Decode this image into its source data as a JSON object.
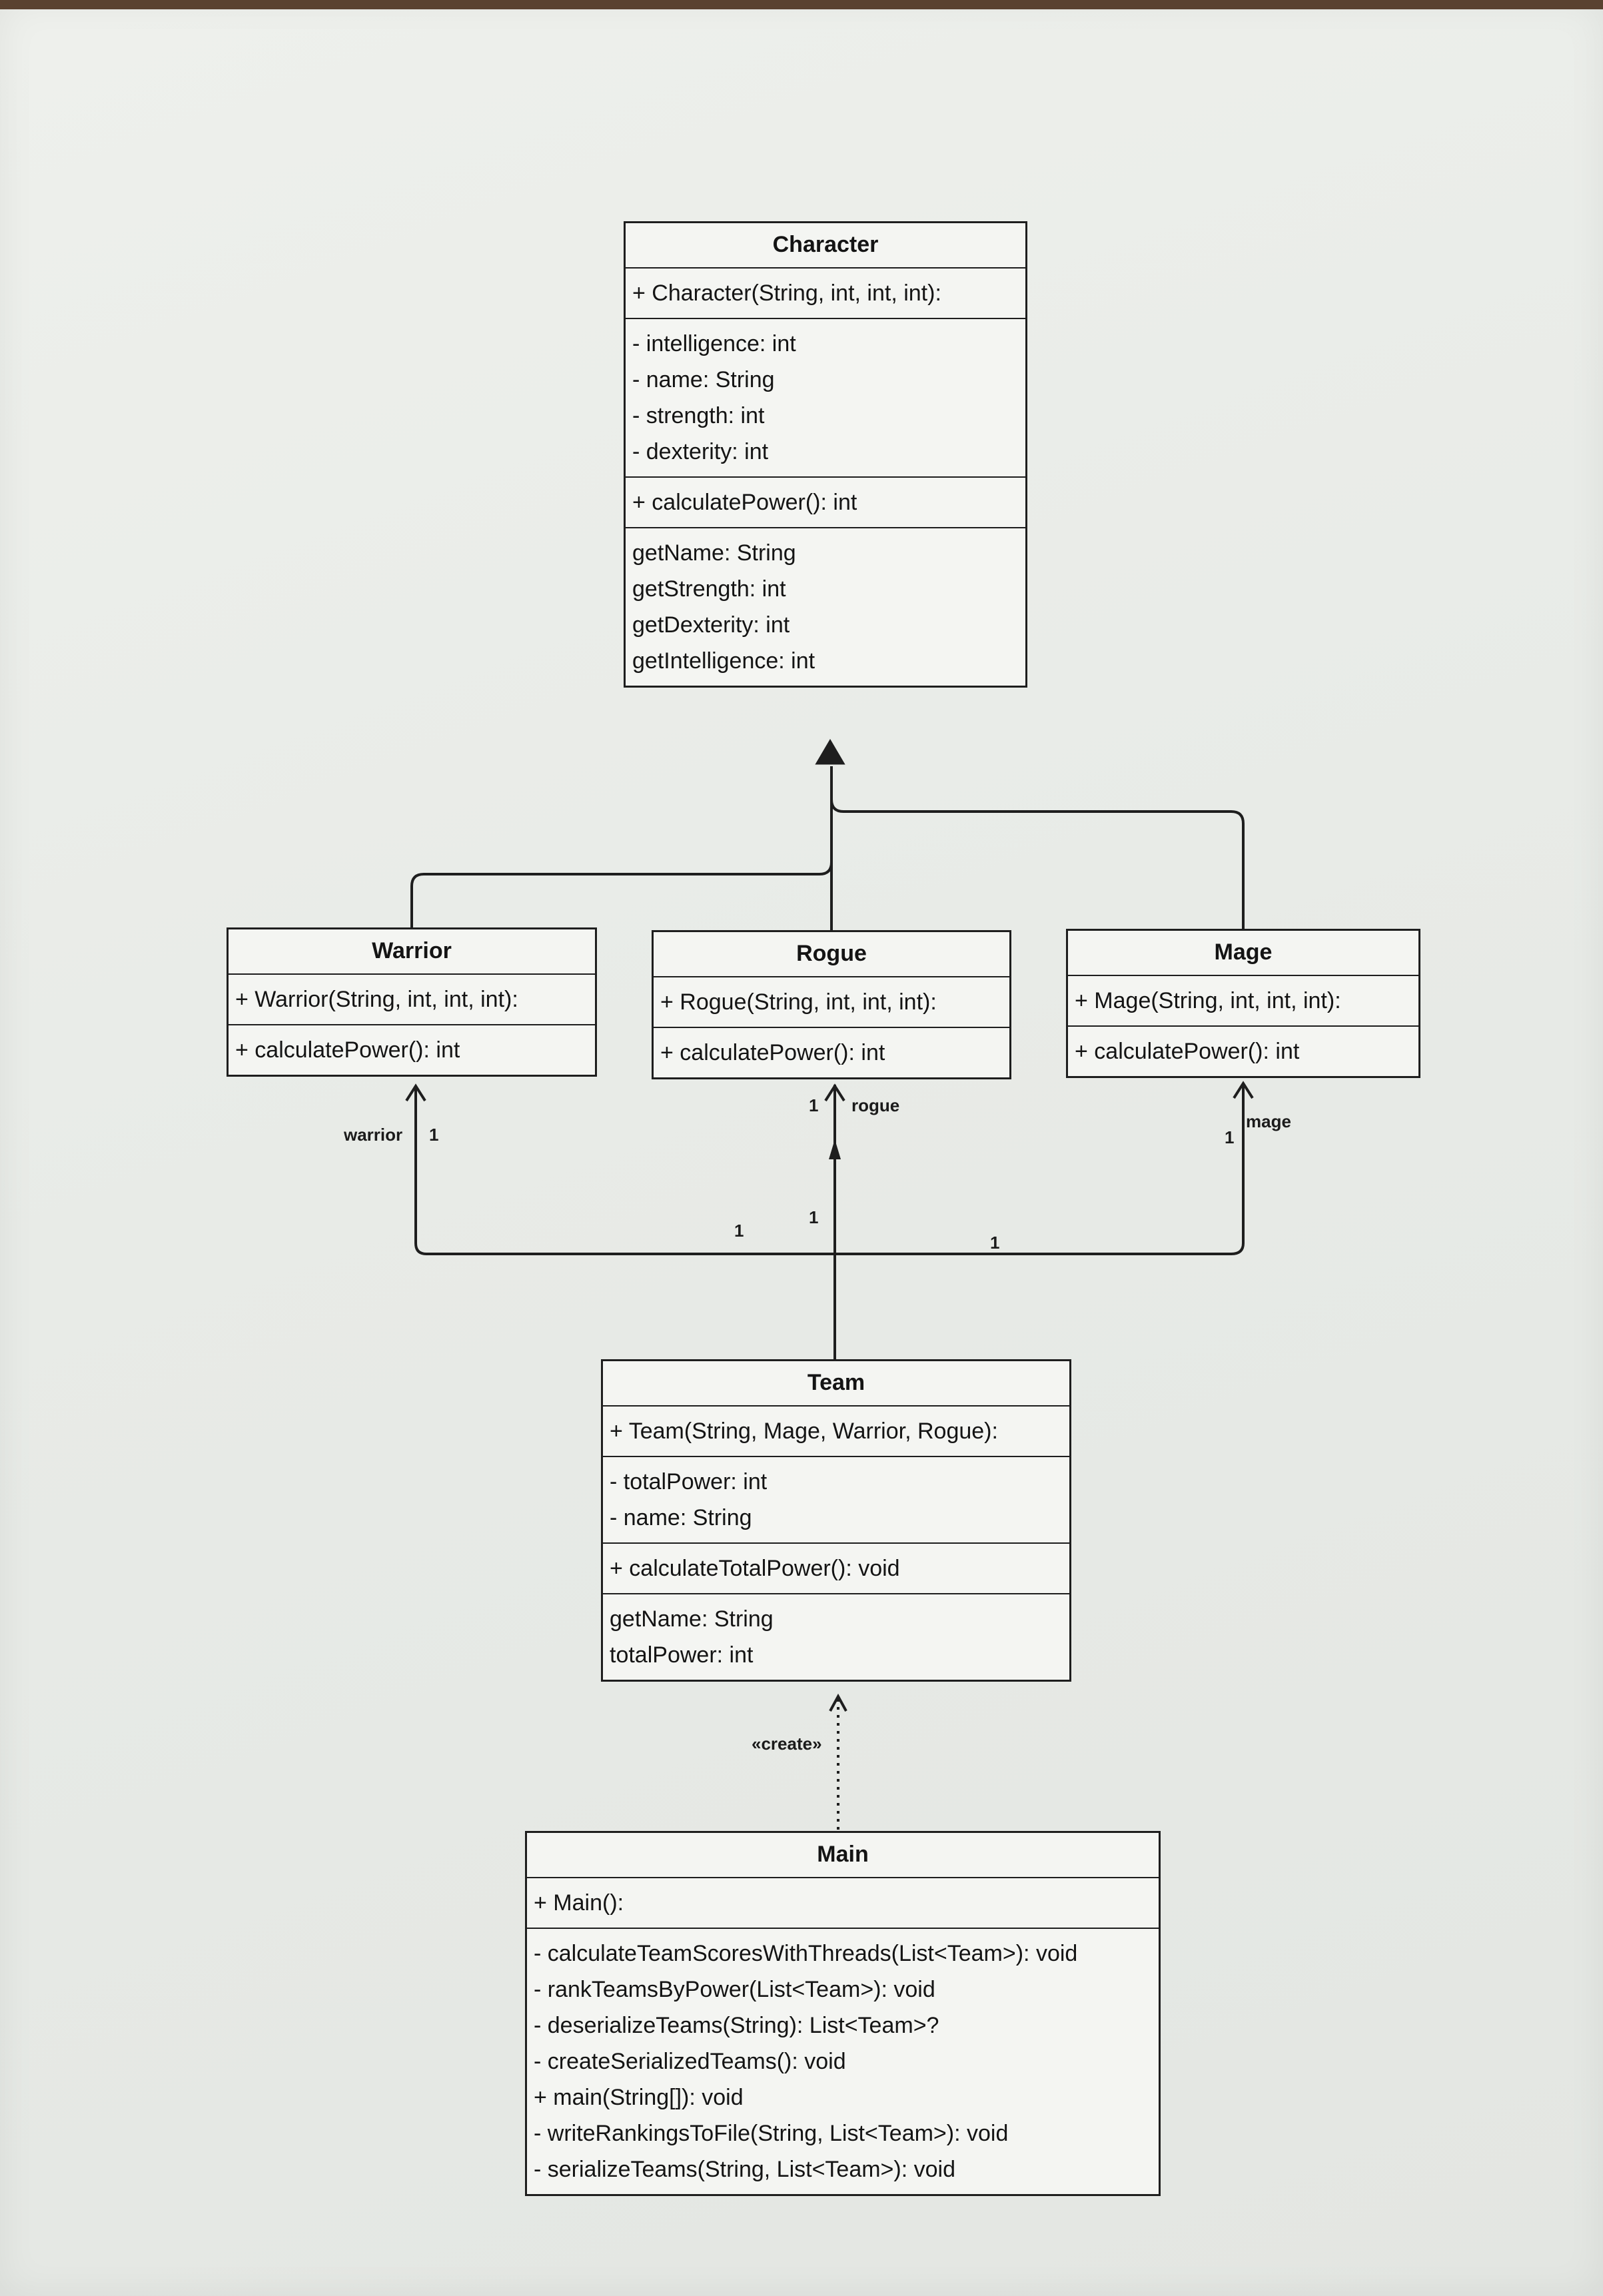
{
  "classes": {
    "character": {
      "name": "Character",
      "sections": [
        [
          "+ Character(String, int, int, int):"
        ],
        [
          "- intelligence: int",
          "- name: String",
          "- strength: int",
          "- dexterity: int"
        ],
        [
          "+ calculatePower(): int"
        ],
        [
          "getName: String",
          "getStrength: int",
          "getDexterity: int",
          "getIntelligence: int"
        ]
      ]
    },
    "warrior": {
      "name": "Warrior",
      "sections": [
        [
          "+ Warrior(String, int, int, int):"
        ],
        [
          "+ calculatePower(): int"
        ]
      ]
    },
    "rogue": {
      "name": "Rogue",
      "sections": [
        [
          "+ Rogue(String, int, int, int):"
        ],
        [
          "+ calculatePower(): int"
        ]
      ]
    },
    "mage": {
      "name": "Mage",
      "sections": [
        [
          "+ Mage(String, int, int, int):"
        ],
        [
          "+ calculatePower(): int"
        ]
      ]
    },
    "team": {
      "name": "Team",
      "sections": [
        [
          "+ Team(String, Mage, Warrior, Rogue):"
        ],
        [
          "- totalPower: int",
          "- name: String"
        ],
        [
          "+ calculateTotalPower(): void"
        ],
        [
          "getName: String",
          "totalPower: int"
        ]
      ]
    },
    "main": {
      "name": "Main",
      "sections": [
        [
          "+ Main():"
        ],
        [
          "- calculateTeamScoresWithThreads(List<Team>): void",
          "- rankTeamsByPower(List<Team>): void",
          "- deserializeTeams(String): List<Team>?",
          "- createSerializedTeams(): void",
          "+ main(String[]): void",
          "- writeRankingsToFile(String, List<Team>): void",
          "- serializeTeams(String, List<Team>): void"
        ]
      ]
    }
  },
  "associations": {
    "warrior_role": "warrior",
    "warrior_mult": "1",
    "rogue_role": "rogue",
    "rogue_mult": "1",
    "mage_role": "mage",
    "mage_mult": "1",
    "team_end_left": "1",
    "team_end_mid": "1",
    "team_end_right": "1",
    "create_stereotype": "«create»"
  }
}
